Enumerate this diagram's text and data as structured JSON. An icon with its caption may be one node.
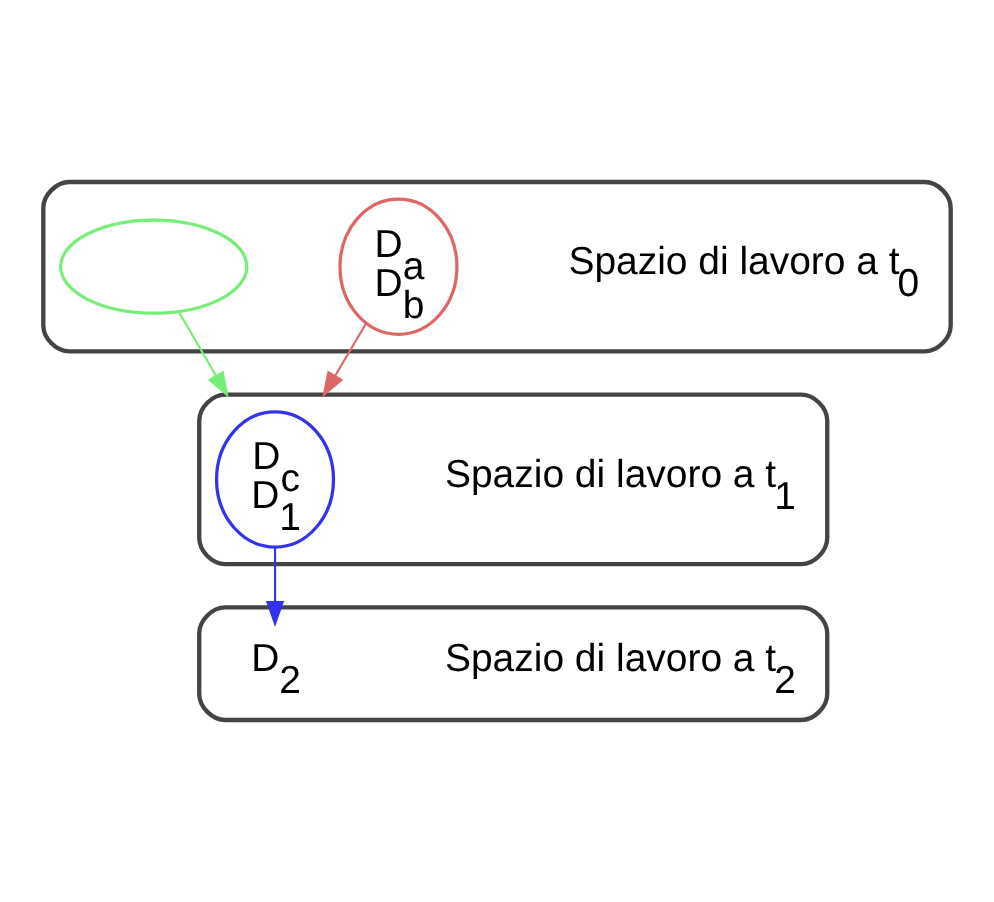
{
  "diagram": {
    "nodes": [
      {
        "text": [],
        "shape": "ellipse",
        "beside": [
          "Spazio di lavoro a t$_{0}$"
        ]
      },
      {
        "text": [
          "D$_{a}$",
          "D$_{b}$"
        ],
        "in": 0
      },
      {
        "text": [],
        "shape": "ellipse",
        "in": 0
      },
      {
        "text": [],
        "shape": "ellipse",
        "beside": [
          "Spazio di lavoro a t$_{1}$"
        ]
      },
      {
        "text": [
          "D$_{c}$",
          "D$_{1}$"
        ],
        "in": 3
      },
      {
        "text": [],
        "shape": "ellipse",
        "beside": [
          "Spazio di lavoro a t$_{2}$"
        ]
      },
      {
        "text": [
          "D$_{2}$"
        ],
        "in": 5
      }
    ],
    "edges": [
      {
        "from": 1,
        "to": 3,
        "arrow": "to",
        "color": "#e06666"
      },
      {
        "from": 2,
        "to": 3,
        "arrow": "to",
        "color": "#77ee77"
      },
      {
        "from": 4,
        "to": 6,
        "arrow": "to",
        "color": "#3333ee"
      }
    ]
  }
}
